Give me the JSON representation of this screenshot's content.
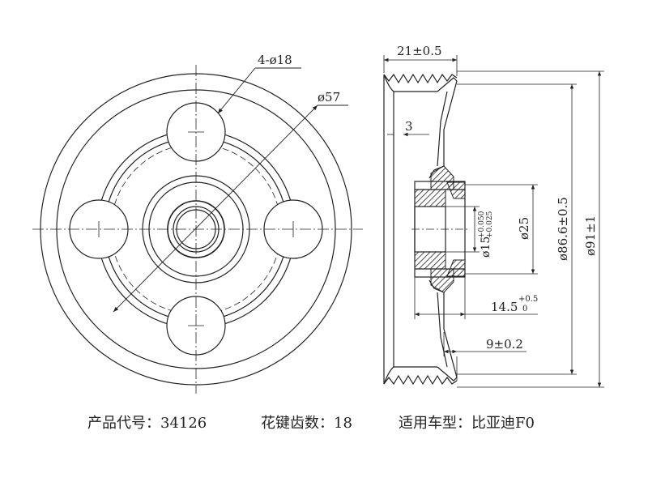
{
  "front_view": {
    "holes_callout": "4-ø18",
    "pitch_circle_callout": "ø57"
  },
  "section_view": {
    "width_dim": "21±0.5",
    "rim_thickness_dim": "3",
    "bore_dim": "ø15",
    "bore_tol_upper": "+0.050",
    "bore_tol_lower": "+0.025",
    "hub_dim": "ø25",
    "groove_dia_dim": "ø86.6±0.5",
    "outer_dia_dim": "ø91±1",
    "hub_length_dim": "14.5",
    "hub_length_tol_upper": "+0.5",
    "hub_length_tol_lower": "0",
    "offset_dim": "9±0.2"
  },
  "caption": {
    "product_code": "产品代号：34126",
    "spline_teeth": "花键齿数：18",
    "vehicle_model": "适用车型：比亚迪F0"
  }
}
